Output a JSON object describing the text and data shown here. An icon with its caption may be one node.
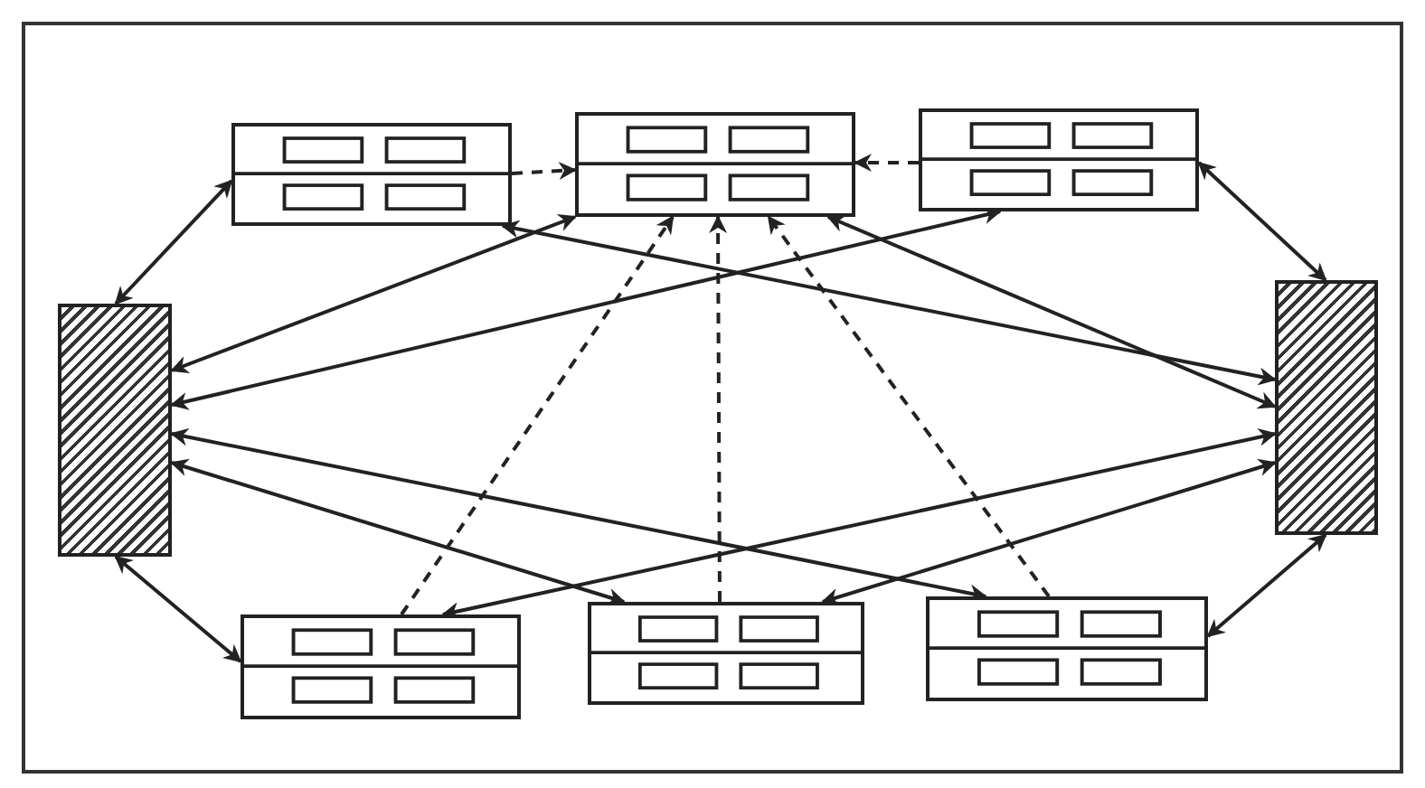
{
  "diagram": {
    "nodes": [
      {
        "text": [],
        "shape": "box"
      },
      {
        "text": [],
        "shape": "box"
      },
      {
        "text": [],
        "shape": "box"
      },
      {
        "text": [],
        "shape": "bar"
      },
      {
        "text": [],
        "shape": "bar"
      },
      {
        "text": [],
        "shape": "box"
      },
      {
        "text": [],
        "shape": "box"
      },
      {
        "text": [],
        "shape": "box"
      }
    ],
    "edges": [
      {
        "from": 0,
        "to": 1,
        "arrow": "to",
        "style": "dashed"
      },
      {
        "from": 2,
        "to": 1,
        "arrow": "to",
        "style": "dashed"
      },
      {
        "from": 3,
        "to": 0,
        "arrow": "both"
      },
      {
        "from": 2,
        "to": 4,
        "arrow": "both"
      },
      {
        "from": 3,
        "to": 5,
        "arrow": "both"
      },
      {
        "from": 4,
        "to": 7,
        "arrow": "both"
      },
      {
        "from": 0,
        "to": 4,
        "arrow": "both"
      },
      {
        "from": 1,
        "to": 3,
        "arrow": "both"
      },
      {
        "from": 2,
        "to": 3,
        "arrow": "both"
      },
      {
        "from": 1,
        "to": 4,
        "arrow": "both"
      },
      {
        "from": 3,
        "to": 7,
        "arrow": "both"
      },
      {
        "from": 3,
        "to": 6,
        "arrow": "both"
      },
      {
        "from": 5,
        "to": 4,
        "arrow": "both"
      },
      {
        "from": 6,
        "to": 4,
        "arrow": "both"
      },
      {
        "from": 5,
        "to": 1,
        "arrow": "to",
        "style": "dashed"
      },
      {
        "from": 6,
        "to": 1,
        "arrow": "to",
        "style": "dashed"
      },
      {
        "from": 7,
        "to": 1,
        "arrow": "to",
        "style": "dashed"
      }
    ]
  }
}
